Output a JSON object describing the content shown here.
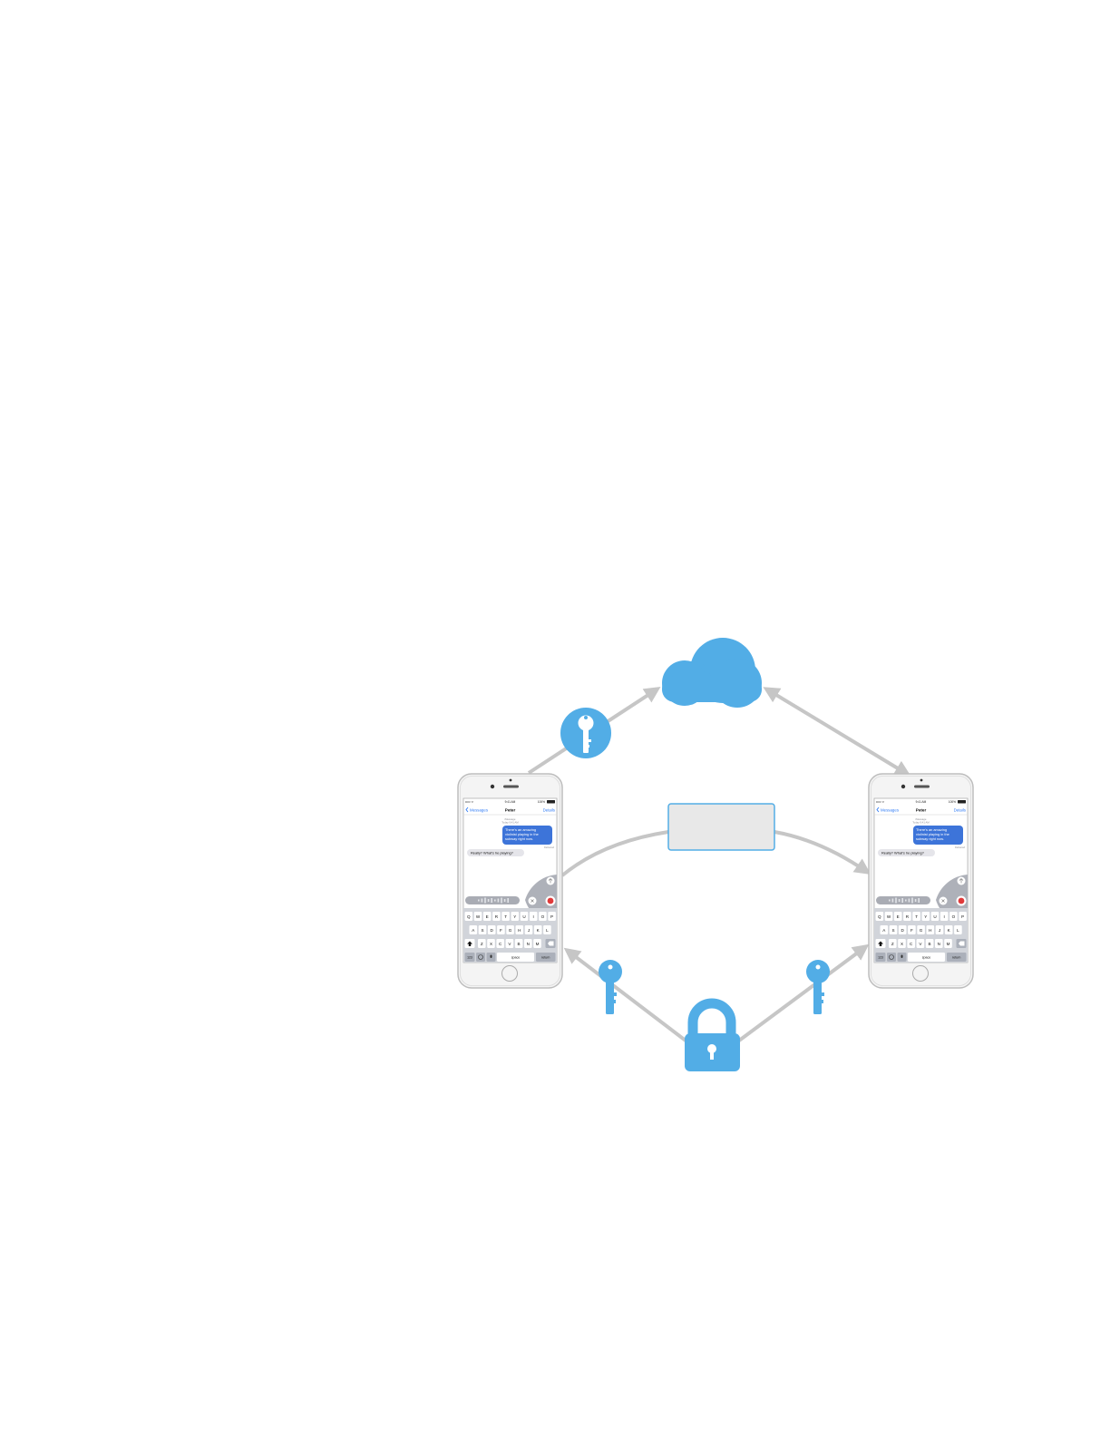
{
  "colors": {
    "accent": "#52ADE6",
    "arrow": "#C6C6C6",
    "phone_body": "#F2F2F2",
    "bubble_blue": "#3D74D9"
  },
  "phones": [
    {
      "status": {
        "carrier": "••••• ᯤ",
        "time": "9:41 AM",
        "battery": "100%"
      },
      "nav": {
        "back": "Messages",
        "title": "Peter",
        "details": "Details"
      },
      "timestamp": {
        "line1": "iMessage",
        "line2": "Today 9:41 AM"
      },
      "sent_bubble": [
        "There’s an amazing",
        "violinist playing in the",
        "subway right now."
      ],
      "delivered": "Delivered",
      "received_bubble": "Really? What’s he playing?",
      "keyboard": {
        "row1": [
          "Q",
          "W",
          "E",
          "R",
          "T",
          "Y",
          "U",
          "I",
          "O",
          "P"
        ],
        "row2": [
          "A",
          "S",
          "D",
          "F",
          "G",
          "H",
          "J",
          "K",
          "L"
        ],
        "row3": [
          "Z",
          "X",
          "C",
          "V",
          "B",
          "N",
          "M"
        ],
        "numbers": "123",
        "space": "space",
        "return": "return"
      }
    },
    {
      "status": {
        "carrier": "••••• ᯤ",
        "time": "9:41 AM",
        "battery": "100%"
      },
      "nav": {
        "back": "Messages",
        "title": "Peter",
        "details": "Details"
      },
      "timestamp": {
        "line1": "iMessage",
        "line2": "Today 9:41 AM"
      },
      "sent_bubble": [
        "There’s an amazing",
        "violinist playing in the",
        "subway right now."
      ],
      "delivered": "Delivered",
      "received_bubble": "Really? What’s he playing?",
      "keyboard": {
        "row1": [
          "Q",
          "W",
          "E",
          "R",
          "T",
          "Y",
          "U",
          "I",
          "O",
          "P"
        ],
        "row2": [
          "A",
          "S",
          "D",
          "F",
          "G",
          "H",
          "J",
          "K",
          "L"
        ],
        "row3": [
          "Z",
          "X",
          "C",
          "V",
          "B",
          "N",
          "M"
        ],
        "numbers": "123",
        "space": "space",
        "return": "return"
      }
    }
  ],
  "icons": {
    "cloud": "cloud-icon",
    "key_top": "key-icon",
    "key_left": "key-icon",
    "key_right": "key-icon",
    "lock": "lock-icon"
  },
  "center_box": {
    "label": ""
  }
}
